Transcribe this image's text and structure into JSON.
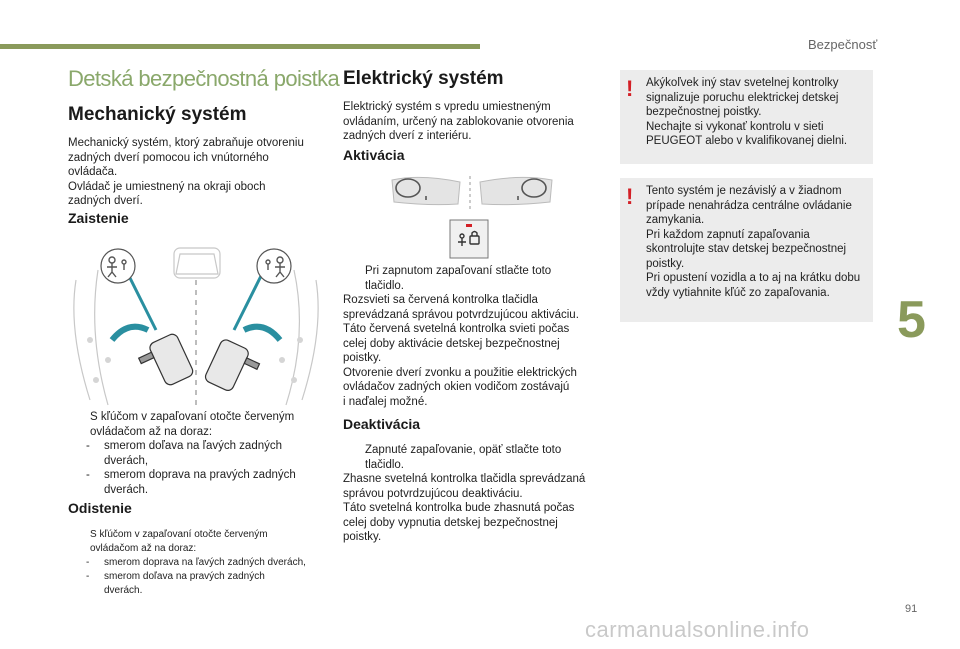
{
  "header": {
    "section": "Bezpečnosť",
    "chapter_number": "5",
    "page_number": "91"
  },
  "left": {
    "section_title": "Detská bezpečnostná poistka",
    "mech_title": "Mechanický systém",
    "mech_intro": [
      "Mechanický systém, ktorý zabraňuje otvoreniu",
      "zadných dverí pomocou ich vnútorného",
      "ovládača.",
      "Ovládač je umiestnený na okraji oboch",
      "zadných dverí."
    ],
    "lock_title": "Zaistenie",
    "lock_bullet": [
      "S kľúčom v zapaľovaní otočte červeným",
      "ovládačom až na doraz:"
    ],
    "lock_dash1": [
      "smerom doľava na ľavých zadných",
      "dverách,"
    ],
    "lock_dash2": [
      "smerom doprava na pravých zadných",
      "dverách."
    ],
    "unlock_title": "Odistenie",
    "unlock_bullet": [
      "S kľúčom v zapaľovaní otočte červeným",
      "ovládačom až na doraz:"
    ],
    "unlock_dash1": "smerom doprava na ľavých zadných dverách,",
    "unlock_dash2": [
      "smerom doľava na pravých zadných",
      "dverách."
    ]
  },
  "middle": {
    "title": "Elektrický systém",
    "intro": [
      "Elektrický systém s vpredu umiestneným",
      "ovládaním, určený na zablokovanie otvorenia",
      "zadných dverí z interiéru."
    ],
    "act_title": "Aktivácia",
    "act_bullet": [
      "Pri zapnutom zapaľovaní stlačte toto",
      "tlačidlo."
    ],
    "act_text": [
      "Rozsvieti sa červená kontrolka tlačidla",
      "sprevádzaná správou potvrdzujúcou aktiváciu.",
      "Táto červená svetelná kontrolka svieti počas",
      "celej doby aktivácie detskej bezpečnostnej",
      "poistky.",
      "Otvorenie dverí zvonku a použitie elektrických",
      "ovládačov zadných okien vodičom zostávajú",
      "i naďalej možné."
    ],
    "deact_title": "Deaktivácia",
    "deact_bullet": [
      "Zapnuté zapaľovanie, opäť stlačte toto",
      "tlačidlo."
    ],
    "deact_text": [
      "Zhasne svetelná kontrolka tlačidla sprevádzaná",
      "správou potvrdzujúcou deaktiváciu.",
      "Táto svetelná kontrolka bude zhasnutá počas",
      "celej doby vypnutia detskej bezpečnostnej",
      "poistky."
    ]
  },
  "right": {
    "warn1": [
      "Akýkoľvek iný stav svetelnej kontrolky",
      "signalizuje poruchu elektrickej detskej",
      "bezpečnostnej poistky.",
      "Nechajte si vykonať kontrolu v sieti",
      "PEUGEOT alebo v kvalifikovanej dielni."
    ],
    "warn2": [
      "Tento systém je nezávislý a v žiadnom",
      "prípade nenahrádza centrálne ovládanie",
      "zamykania.",
      "Pri každom zapnutí zapaľovania",
      "skontrolujte stav detskej bezpečnostnej",
      "poistky.",
      "Pri opustení vozidla a to aj na krátku dobu",
      "vždy vytiahnite kľúč zo zapaľovania."
    ]
  },
  "glyphs": {
    "bullet": "",
    "dash": "-",
    "warning": "!"
  },
  "watermark": "carmanualsonline.info",
  "colors": {
    "accent": "#8a9a5b",
    "title_light": "#8aa86b",
    "warning": "#d31f26",
    "box_bg": "#ececec",
    "arrow_teal": "#2a8fa0"
  }
}
